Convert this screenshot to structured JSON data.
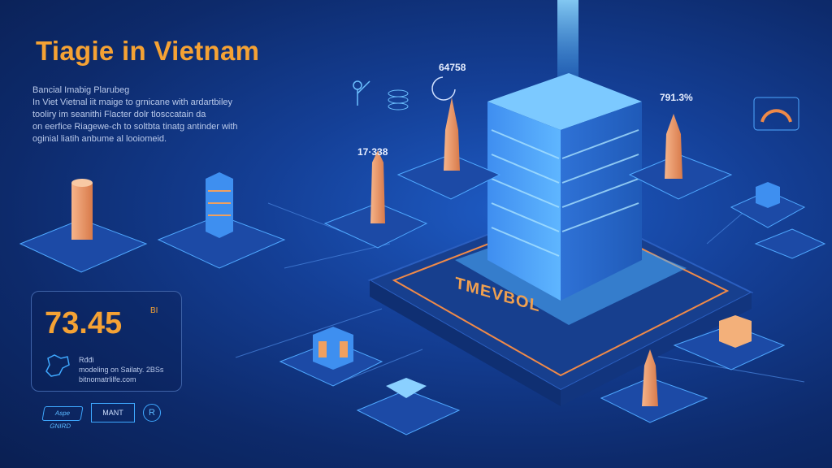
{
  "header": {
    "title": "Tiagie in Vietnam",
    "description": [
      "Bancial Imabig Plarubeg",
      "In Viet Vietnal iit maige to grnicane with ardartbiley",
      "tooliry im seanithi Flacter dolr tlosccatain da",
      "on eerfice Riagewe-ch to soltbta tinatg antinder with",
      "oginial liatih anbume al looiomeid."
    ]
  },
  "labels": {
    "top_center": "64758",
    "left_tower": "17·338",
    "right_tower": "791.3%",
    "platform": "TMEVBOL"
  },
  "stat_card": {
    "value": "73.45",
    "unit": "BI",
    "lines": [
      "Rđđi",
      "modeling on Sailaty. 2BSs",
      "bitnomatrlilfe.com"
    ]
  },
  "footer": {
    "logo_button": "Aspe GNIRD",
    "main_button": "MANT",
    "round_button": "R"
  },
  "colors": {
    "accent": "#f5a234",
    "glow": "#3ea8ff",
    "background": "#143f96"
  }
}
